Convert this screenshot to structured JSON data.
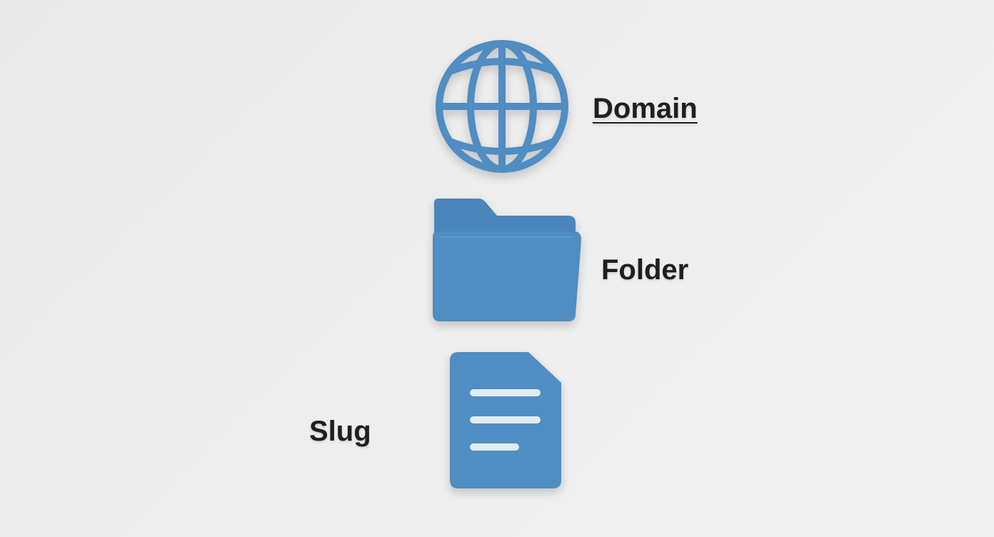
{
  "items": [
    {
      "id": "domain",
      "label": "Domain",
      "icon": "globe-icon"
    },
    {
      "id": "folder",
      "label": "Folder",
      "icon": "folder-icon"
    },
    {
      "id": "slug",
      "label": "Slug",
      "icon": "document-icon"
    }
  ],
  "colors": {
    "icon_fill": "#4f8dc2",
    "label_text": "#1f1f1f",
    "background": "#ebebeb",
    "doc_lines": "#e3ecf4"
  }
}
